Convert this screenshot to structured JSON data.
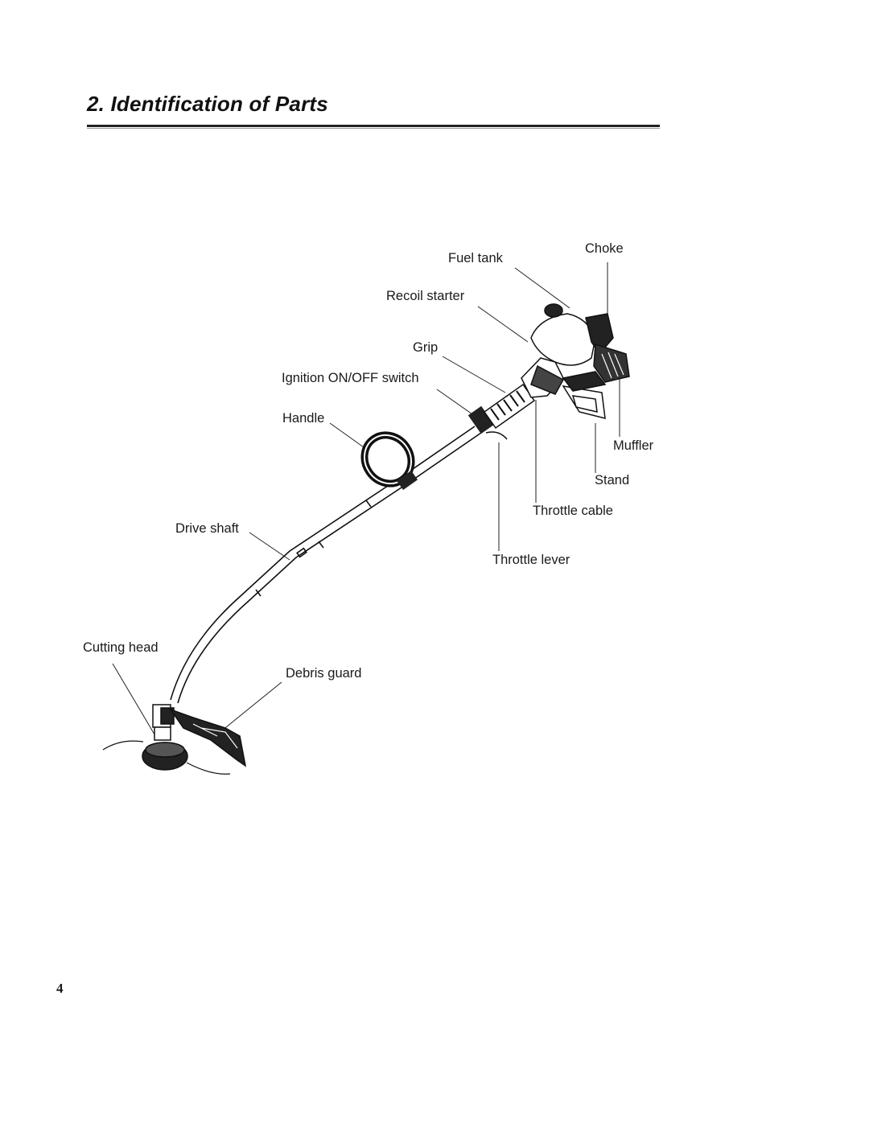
{
  "section": {
    "title": "2. Identification of Parts"
  },
  "labels": {
    "fuel_tank": "Fuel tank",
    "choke": "Choke",
    "recoil_starter": "Recoil starter",
    "grip": "Grip",
    "ignition_switch": "Ignition ON/OFF switch",
    "handle": "Handle",
    "muffler": "Muffler",
    "stand": "Stand",
    "throttle_cable": "Throttle cable",
    "drive_shaft": "Drive shaft",
    "throttle_lever": "Throttle lever",
    "cutting_head": "Cutting head",
    "debris_guard": "Debris guard"
  },
  "page_number": "4"
}
